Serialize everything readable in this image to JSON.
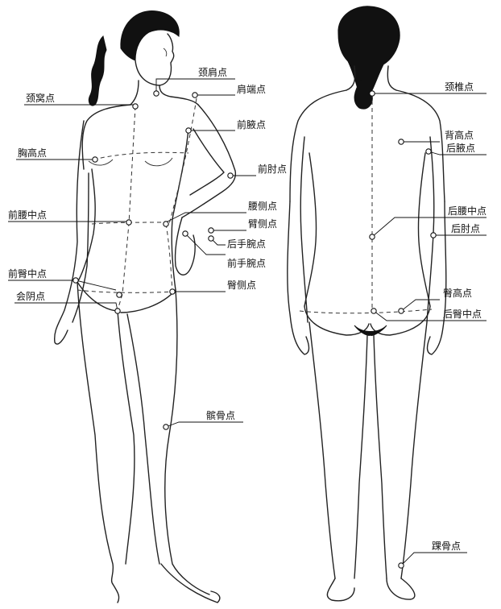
{
  "front_labels": {
    "neck_shoulder": "颈肩点",
    "shoulder_end": "肩端点",
    "neck_hollow": "颈窝点",
    "front_armpit": "前腋点",
    "bust": "胸高点",
    "front_elbow": "前肘点",
    "waist_side": "腰侧点",
    "front_waist_center": "前腰中点",
    "arm_side": "臂侧点",
    "back_wrist": "后手腕点",
    "front_wrist": "前手腕点",
    "front_hip_center": "前臀中点",
    "hip_side": "臀侧点",
    "crotch": "会阴点",
    "kneecap": "髌骨点"
  },
  "back_labels": {
    "cervical": "颈椎点",
    "back_high": "背高点",
    "back_armpit": "后腋点",
    "back_waist_center": "后腰中点",
    "back_elbow": "后肘点",
    "hip_high": "臀高点",
    "back_hip_center": "后臀中点",
    "ankle": "踝骨点"
  }
}
